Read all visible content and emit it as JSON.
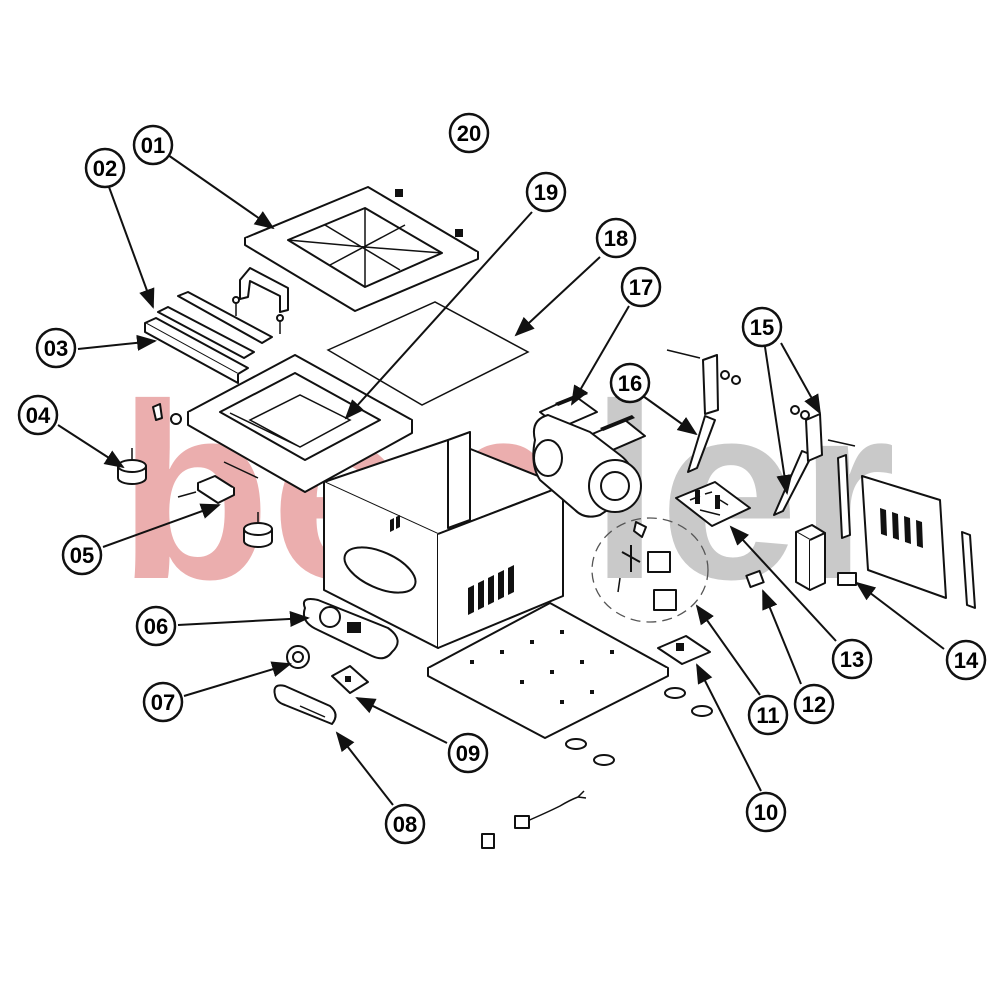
{
  "watermark": {
    "left_text": "ben",
    "right_text": "ler",
    "left_color": "#e8a0a0",
    "right_color": "#bfbfbf"
  },
  "callouts": [
    "01",
    "02",
    "03",
    "04",
    "05",
    "06",
    "07",
    "08",
    "09",
    "10",
    "11",
    "12",
    "13",
    "14",
    "15",
    "16",
    "17",
    "18",
    "19",
    "20"
  ]
}
